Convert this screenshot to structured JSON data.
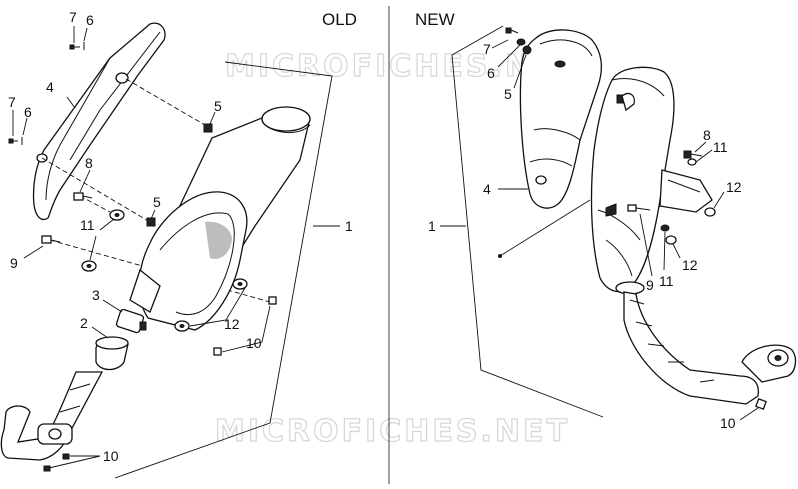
{
  "headers": {
    "old": "OLD",
    "new": "NEW"
  },
  "watermark": {
    "top": "MICROFICHES.NET",
    "bottom": "MICROFICHES.NET"
  },
  "old_callouts": {
    "c7a": "7",
    "c6a": "6",
    "c4": "4",
    "c7b": "7",
    "c6b": "6",
    "c5a": "5",
    "c5b": "5",
    "c8": "8",
    "c11": "11",
    "c9": "9",
    "c3": "3",
    "c2": "2",
    "c12": "12",
    "c10a": "10",
    "c10b": "10",
    "c1": "1"
  },
  "new_callouts": {
    "c7": "7",
    "c6": "6",
    "c5": "5",
    "c4": "4",
    "c1": "1",
    "c8": "8",
    "c11a": "11",
    "c12a": "12",
    "c12b": "12",
    "c9": "9",
    "c11b": "11",
    "c10": "10"
  },
  "colors": {
    "line": "#111111",
    "watermark": "#d6d6d6",
    "shading": "#bdbdbd"
  }
}
